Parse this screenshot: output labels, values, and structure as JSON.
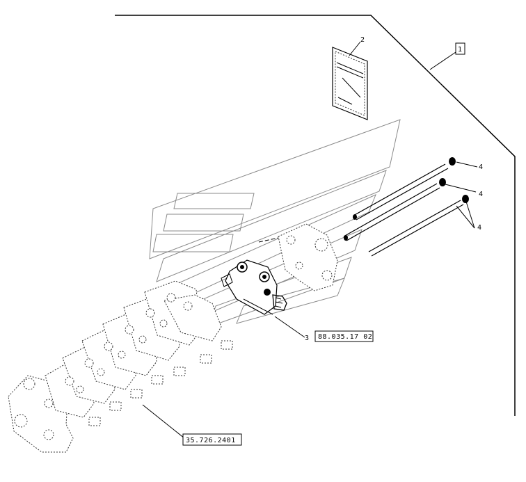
{
  "callouts": {
    "kit_number": "1",
    "manual_number": "2",
    "valve_section_number": "3",
    "tie_rod_number": "4"
  },
  "references": {
    "valve_section_ref": "88.035.17 02",
    "valve_assembly_ref": "35.726.2401"
  }
}
